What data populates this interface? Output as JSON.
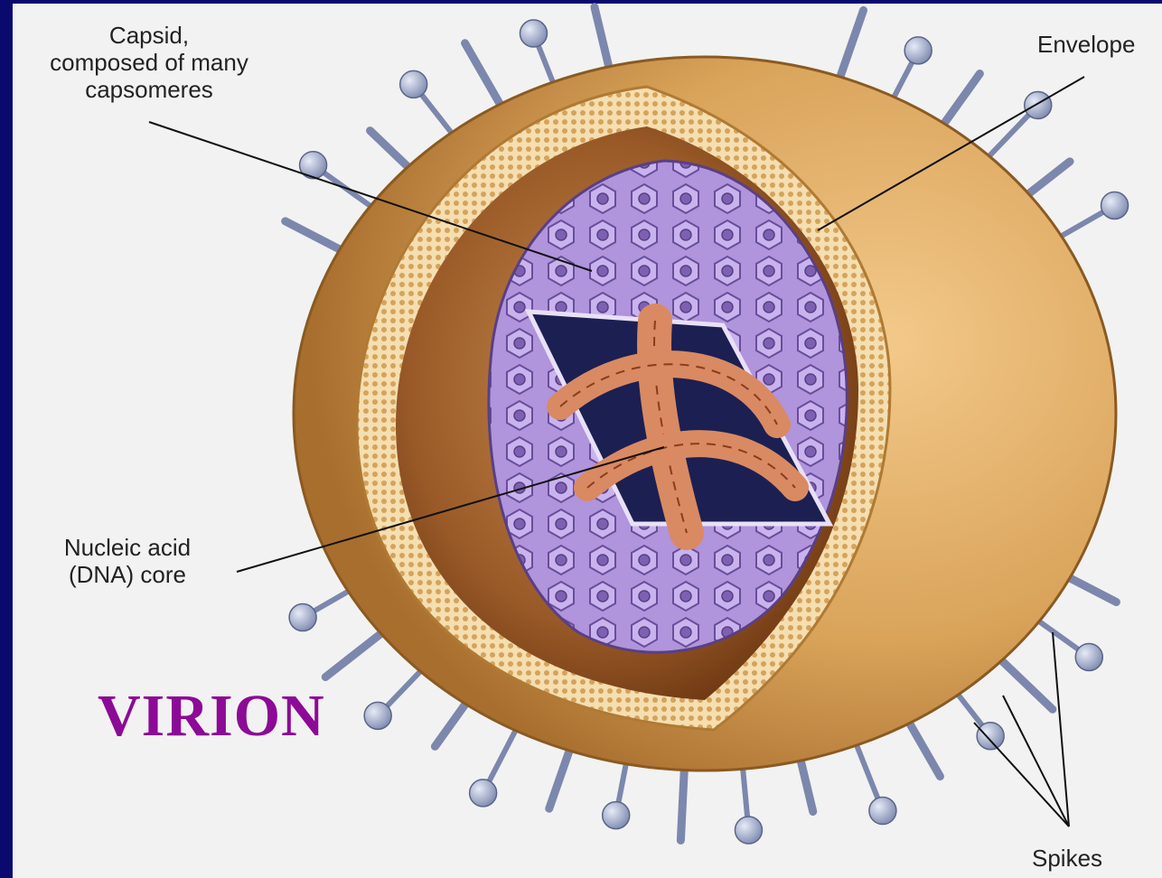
{
  "title": "VIRION",
  "labels": {
    "capsid": [
      "Capsid,",
      "composed of many",
      "capsomeres"
    ],
    "envelope": "Envelope",
    "nucleic_acid": [
      "Nucleic acid",
      "(DNA) core"
    ],
    "spikes": "Spikes"
  },
  "colors": {
    "background": "#0a0a6e",
    "panel": "#f2f2f2",
    "title": "#8c0a96",
    "envelope_outer": "#d9a35a",
    "envelope_inner": "#8a4a1c",
    "membrane": "#f5deb0",
    "capsid": "#b69ad9",
    "spike": "#9aa4c4",
    "dna": "#c97a52"
  }
}
